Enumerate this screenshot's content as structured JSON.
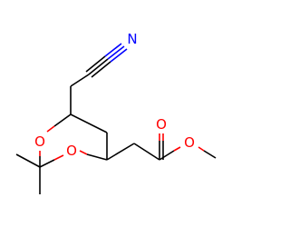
{
  "molecule": {
    "atoms": {
      "nitrogen": {
        "symbol": "N",
        "color": "#0000ff"
      },
      "ring_oxygen_upper": {
        "symbol": "O",
        "color": "#ff0000"
      },
      "ring_oxygen_lower": {
        "symbol": "O",
        "color": "#ff0000"
      },
      "carbonyl_oxygen": {
        "symbol": "O",
        "color": "#ff0000"
      },
      "ester_oxygen": {
        "symbol": "O",
        "color": "#ff0000"
      }
    },
    "bond_color": "#000000"
  }
}
